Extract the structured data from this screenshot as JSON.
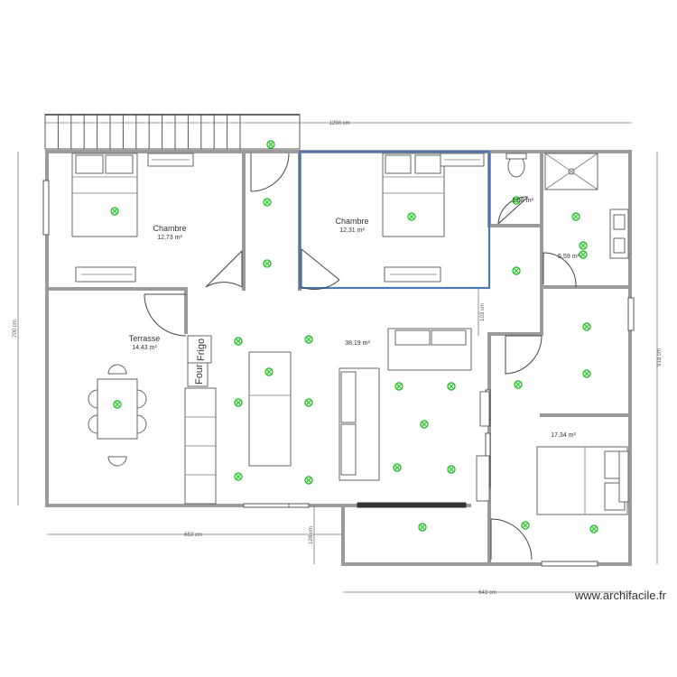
{
  "rooms": [
    {
      "name": "Chambre",
      "area": "12,73 m²"
    },
    {
      "name": "Chambre",
      "area": "12,31 m²"
    },
    {
      "name": "",
      "area": "1,68 m²"
    },
    {
      "name": "",
      "area": "5,59 m²"
    },
    {
      "name": "Terrasse",
      "area": "14,43 m²"
    },
    {
      "name": "",
      "area": "38,19 m²"
    },
    {
      "name": "",
      "area": "17,34 m²"
    }
  ],
  "appliances": {
    "fridge": "Frigo",
    "oven": "Four"
  },
  "dimensions": {
    "top_width": "1298 cm",
    "left_height": "700 cm",
    "right_height": "918 cm",
    "bottom_left_width": "653 cm",
    "bottom_step": "128 cm",
    "corridor_step": "103 cm",
    "bottom_right_width": "643 cm"
  },
  "watermark": "www.archifacile.fr",
  "colors": {
    "walls": "#9a9a9a",
    "selected_room": "#4a78b5",
    "lights": "#2cc52c"
  }
}
